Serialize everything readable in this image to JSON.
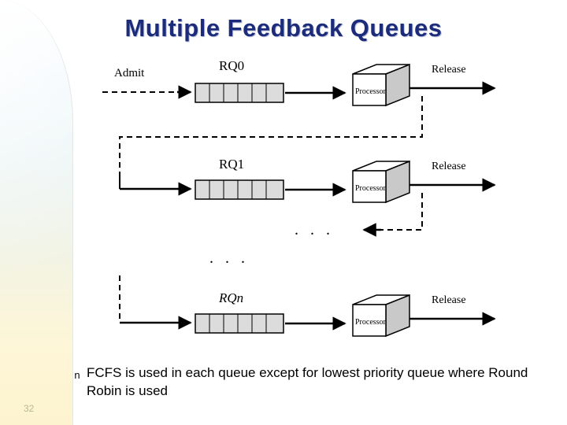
{
  "slide": {
    "title": "Multiple Feedback Queues",
    "page_number": "32",
    "bullet_marker": "n",
    "bullet_text": "FCFS is used in each queue except for lowest priority queue where Round Robin is used"
  },
  "diagram": {
    "admit_label": "Admit",
    "rows": [
      {
        "queue_label": "RQ0",
        "processor_label": "Processor",
        "release_label": "Release"
      },
      {
        "queue_label": "RQ1",
        "processor_label": "Processor",
        "release_label": "Release"
      },
      {
        "queue_label": "RQn",
        "processor_label": "Processor",
        "release_label": "Release"
      }
    ],
    "ellipsis_middle": ". . .",
    "ellipsis_lower": ". . ."
  },
  "colors": {
    "title": "#1c2c7a",
    "queue_fill": "#dcdcdc",
    "processor_fill": "#ffffff",
    "processor_side": "#c8c8c8",
    "line": "#000000"
  }
}
